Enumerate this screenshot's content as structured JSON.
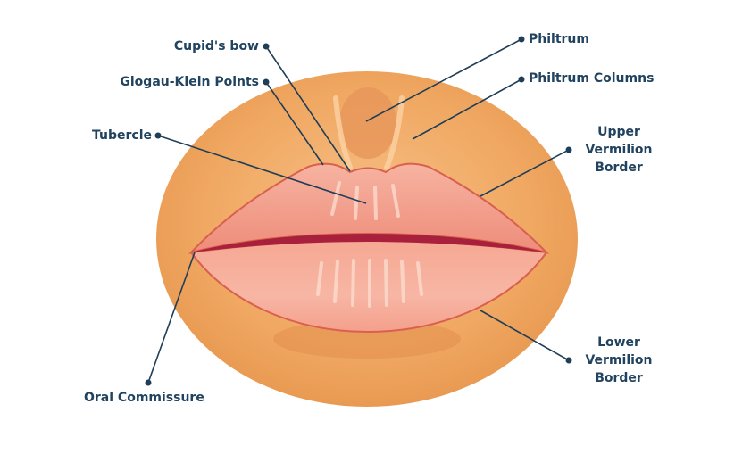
{
  "labels": {
    "cupids_bow": "Cupid's bow",
    "glogau_klein": "Glogau-Klein Points",
    "tubercle": "Tubercle",
    "oral_commissure": "Oral Commissure",
    "philtrum": "Philtrum",
    "philtrum_columns": "Philtrum Columns",
    "upper_vermilion": [
      "Upper",
      "Vermilion",
      "Border"
    ],
    "lower_vermilion": [
      "Lower",
      "Vermilion",
      "Border"
    ]
  },
  "colors": {
    "skin": "#f0a860",
    "lip": "#f29b8a",
    "lip_border": "#c2304a",
    "label": "#21435f",
    "line": "#1f3e58"
  }
}
